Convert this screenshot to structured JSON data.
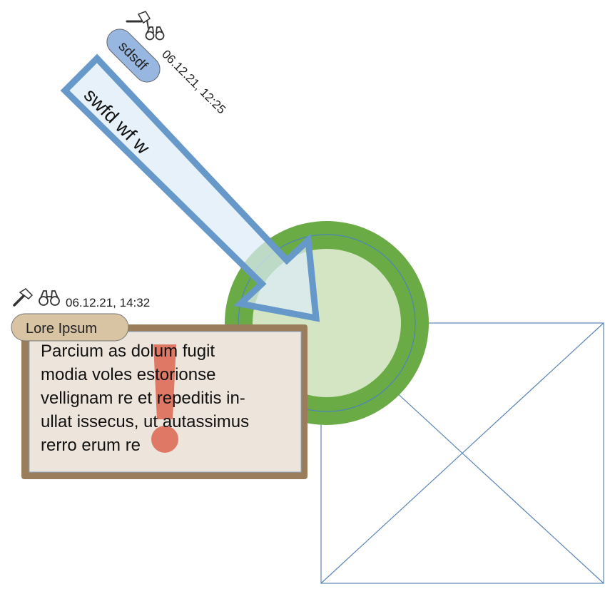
{
  "arrow_note": {
    "label": "swfd wf w",
    "tag": "sdsdf",
    "timestamp": "06.12.21, 12:25",
    "icons": [
      "hammer-icon",
      "binoculars-icon"
    ]
  },
  "text_note": {
    "tag": "Lore Ipsum",
    "timestamp": "06.12.21, 14:32",
    "lines": [
      "Parcium as dolum fugit",
      "modia voles estorionse",
      "vellignam re et repeditis in-",
      "ullat issecus, ut autassimus",
      "rerro erum re"
    ],
    "icons": [
      "hammer-icon",
      "binoculars-icon",
      "exclamation-icon"
    ]
  },
  "circle_marker": {
    "icon": "circle-icon"
  },
  "image_placeholder": {
    "icon": "image-placeholder-icon"
  },
  "colors": {
    "arrow_fill": "#dcebf7",
    "arrow_stroke": "#6699c9",
    "tag_blue": "#97b6e0",
    "circle_outer": "#6aab45",
    "circle_inner": "#d3e5c2",
    "note_border": "#9a7e5b",
    "note_fill": "#ede5db",
    "tag_beige": "#d8c3a3",
    "exclamation": "#df7864",
    "placeholder_stroke": "#5a86b6"
  }
}
